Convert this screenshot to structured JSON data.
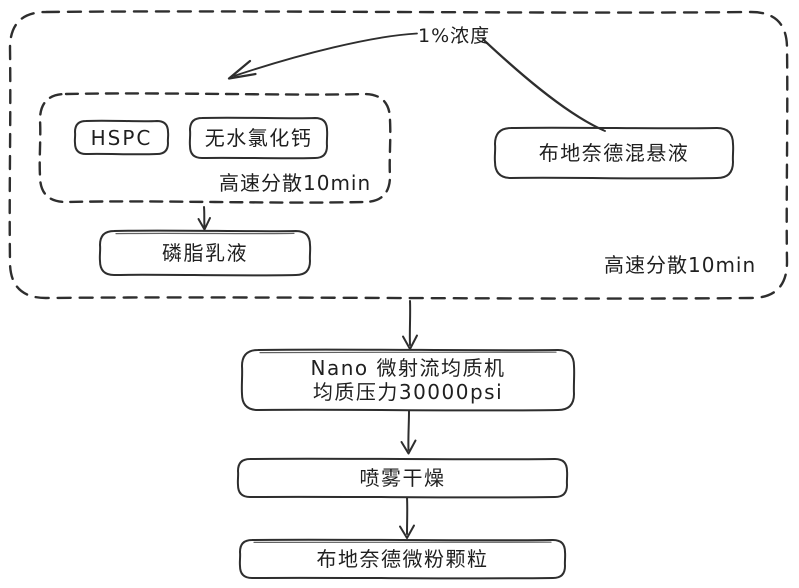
{
  "diagram": {
    "title_hint": "budesonide-microparticle-process-flowchart",
    "colors": {
      "stroke": "#2e2e2e",
      "text": "#1f1f1f",
      "background": "#ffffff"
    },
    "nodes": {
      "hspc": "HSPC",
      "cacl2": "无水氯化钙",
      "phospholipid": "磷脂乳液",
      "budesonide_suspension": "布地奈德混悬液",
      "homogenizer_line1": "Nano 微射流均质机",
      "homogenizer_line2": "均质压力30000psi",
      "spray_drying": "喷雾干燥",
      "micropowder": "布地奈德微粉颗粒"
    },
    "labels": {
      "concentration": "1%浓度",
      "dispersion_inner": "高速分散10min",
      "dispersion_outer": "高速分散10min"
    }
  }
}
